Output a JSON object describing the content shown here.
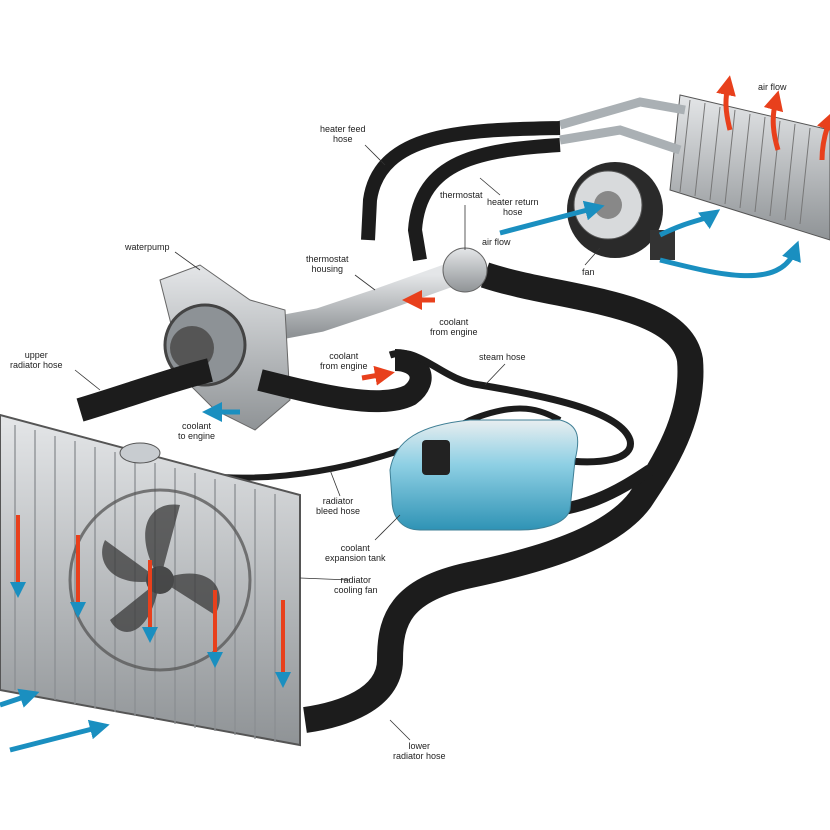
{
  "labels": {
    "heater_feed_hose": "heater feed\nhose",
    "heater_return_hose": "heater return\nhose",
    "air_flow_top": "air flow",
    "thermostat": "thermostat",
    "air_flow_fan": "air flow",
    "fan": "fan",
    "waterpump": "waterpump",
    "thermostat_housing": "thermostat\nhousing",
    "coolant_from_engine_1": "coolant\nfrom engine",
    "coolant_from_engine_2": "coolant\nfrom engine",
    "steam_hose": "steam hose",
    "upper_radiator_hose": "upper\nradiator hose",
    "coolant_to_engine": "coolant\nto engine",
    "radiator_bleed_hose": "radiator\nbleed hose",
    "coolant_expansion_tank": "coolant\nexpansion tank",
    "radiator_cooling_fan": "radiator\ncooling fan",
    "lower_radiator_hose": "lower\nradiator hose"
  },
  "colors": {
    "hose": "#1c1c1c",
    "coolant_cold": "#1a8fc0",
    "coolant_hot": "#e8401c",
    "metal": "#b8bcc0",
    "tank": "#5fb8d4"
  }
}
